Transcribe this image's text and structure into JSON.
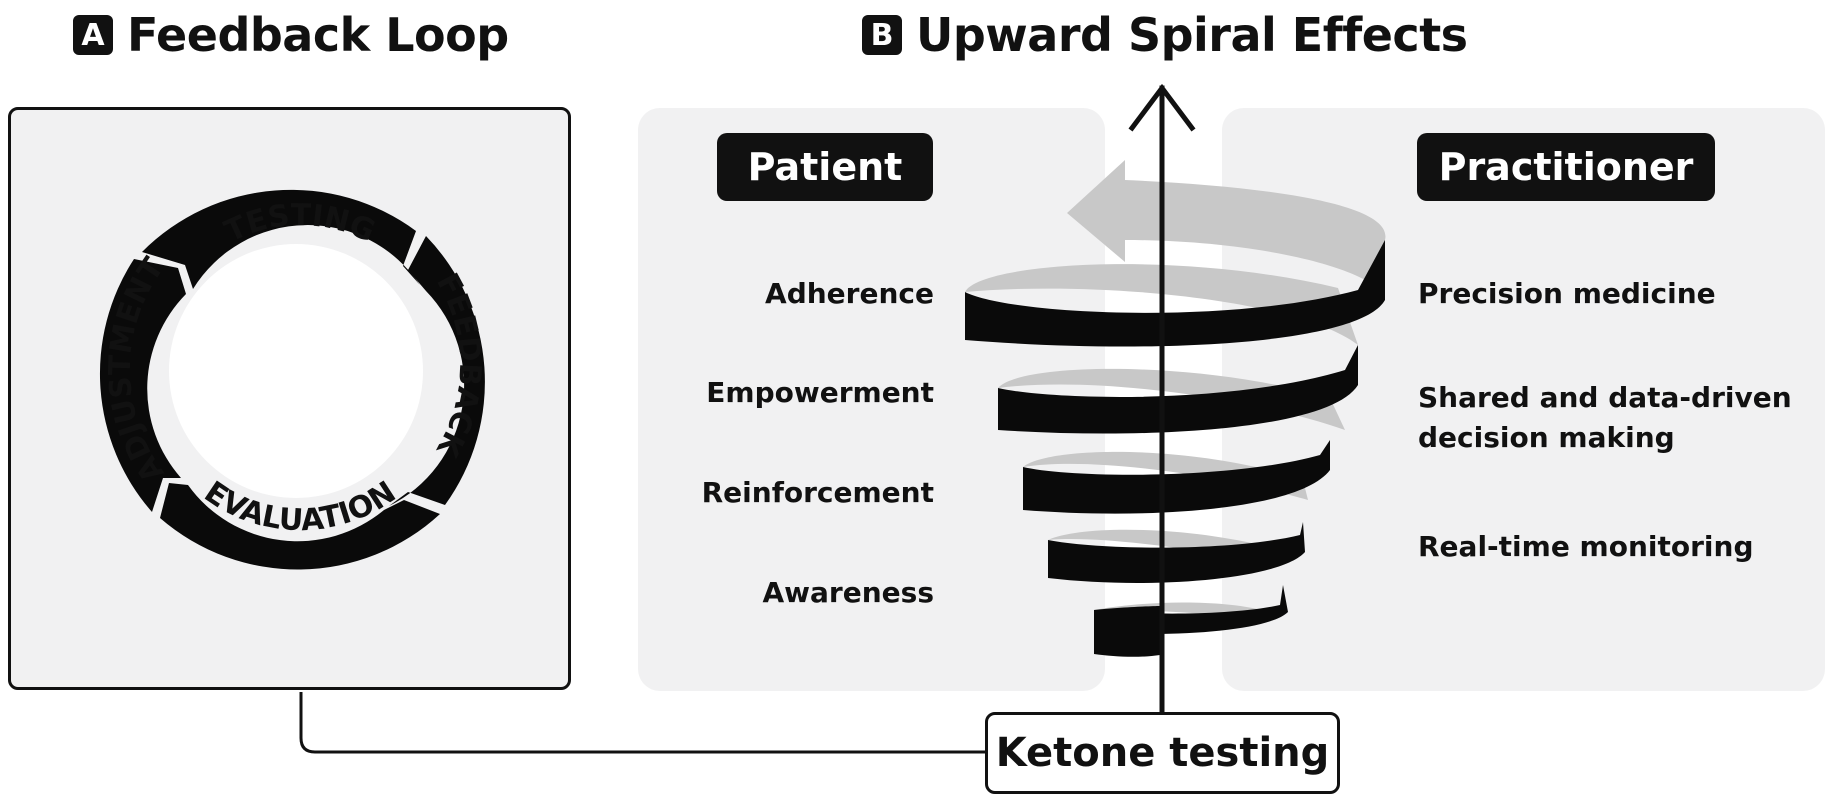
{
  "panel_a": {
    "letter": "A",
    "title": "Feedback Loop",
    "stages": [
      "TESTING",
      "FEEDBACK",
      "EVALUATION",
      "ADJUSTMENT"
    ]
  },
  "panel_b": {
    "letter": "B",
    "title": "Upward Spiral Effects",
    "patient": {
      "heading": "Patient",
      "items": [
        "Adherence",
        "Empowerment",
        "Reinforcement",
        "Awareness"
      ]
    },
    "practitioner": {
      "heading": "Practitioner",
      "items": [
        {
          "line1": "Precision medicine",
          "line2": ""
        },
        {
          "line1": "Shared and data-driven",
          "line2": "decision making"
        },
        {
          "line1": "Real-time monitoring",
          "line2": ""
        }
      ]
    }
  },
  "ketone_testing": "Ketone testing",
  "colors": {
    "ink": "#111111",
    "panel": "#f1f1f2",
    "spiral_back": "#c8c8c8",
    "spiral_front": "#0a0a0a"
  }
}
